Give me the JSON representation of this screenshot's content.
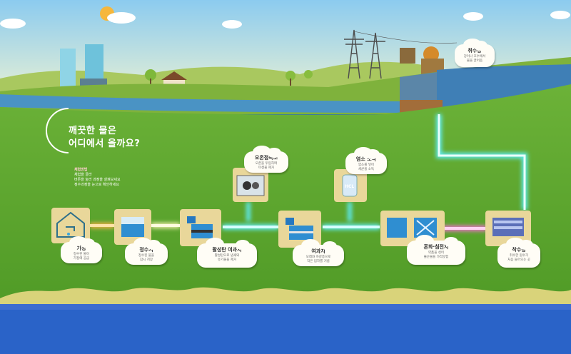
{
  "wall": {
    "question_line1": "깨끗한 물은",
    "question_line2": "어디에서 올까요?",
    "experience": {
      "title": "체험방법",
      "line1": "체험을 골라",
      "line2": "버튼을 눌러 과정을 살펴보세요",
      "line3": "정수과정을 눈으로 확인하세요"
    }
  },
  "stations": [
    {
      "id": "home",
      "title": "가정",
      "desc1": "정수된 물이",
      "desc2": "가정에 공급"
    },
    {
      "id": "clear-well",
      "title": "정수지",
      "desc1": "정수된 물을",
      "desc2": "잠시 저장"
    },
    {
      "id": "activated-carbon",
      "title": "활성탄 여과지",
      "desc1": "활성탄으로 냄새와",
      "desc2": "유기물을 제거"
    },
    {
      "id": "ozone",
      "title": "오존접촉조",
      "desc1": "오존을 투입하여",
      "desc2": "미생물 제거"
    },
    {
      "id": "filter",
      "title": "여과지",
      "desc1": "모래와 자갈층으로",
      "desc2": "작은 입자를 거름"
    },
    {
      "id": "chlorine",
      "title": "염소 소독",
      "desc1": "염소를 넣어",
      "desc2": "세균을 소독"
    },
    {
      "id": "mixing",
      "title": "혼화·침전지",
      "desc1": "약품을 섞어",
      "desc2": "불순물을 가라앉힘"
    },
    {
      "id": "intake-plant",
      "title": "착수정",
      "desc1": "취수한 원수가",
      "desc2": "처음 들어오는 곳"
    },
    {
      "id": "intake",
      "title": "취수장",
      "desc1": "강이나 호수에서",
      "desc2": "물을 끌어옴"
    }
  ],
  "labels": {
    "hcl": "HCL"
  },
  "colors": {
    "wall_green": "#55a02c",
    "floor_blue": "#2a63c8",
    "station_tan": "#e9d79a",
    "pipe_cyan": "#5ff0ff",
    "pipe_pink": "#ff6cdc",
    "pipe_orange": "#ffb14a"
  }
}
